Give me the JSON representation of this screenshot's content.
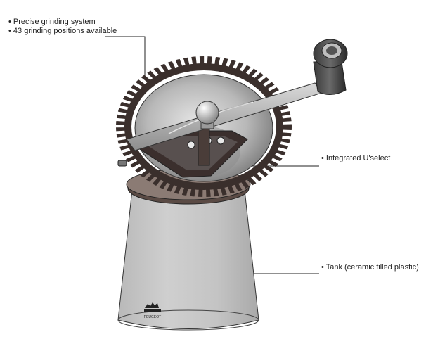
{
  "labels": {
    "grinding_system": "• Precise grinding system",
    "grinding_positions": "• 43 grinding positions available",
    "uselect": "• Integrated U'select",
    "tank": "• Tank (ceramic filled plastic)"
  },
  "brand": {
    "name": "PEUGEOT"
  },
  "colors": {
    "gear": "#3a2f2c",
    "steel": "#a8a8a8",
    "body": "#bfbfbf",
    "leader": "#222222"
  }
}
